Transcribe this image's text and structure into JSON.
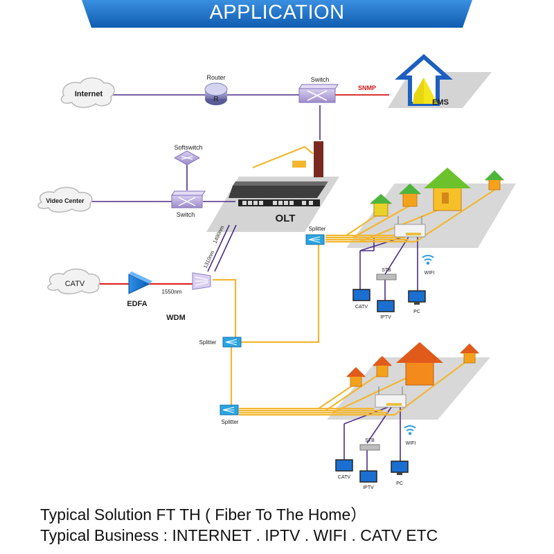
{
  "header": {
    "title": "APPLICATION"
  },
  "nodes": {
    "internet": "Internet",
    "router": "Router",
    "router_mark": "R",
    "switch_top": "Switch",
    "snmp": "SNMP",
    "ems": "EMS",
    "softswitch": "Softswitch",
    "video_center": "Video Center",
    "switch_mid": "Switch",
    "olt": "OLT",
    "wave_1490": "1490nm",
    "wave_1310": "1310nm",
    "catv_source": "CATV",
    "edfa": "EDFA",
    "wave_1550": "1550nm",
    "wdm": "WDM",
    "splitter_a": "Splitter",
    "splitter_b": "Splitter",
    "splitter_c": "Splitter"
  },
  "home_1": {
    "stb": "STB",
    "wifi": "WIFI",
    "catv": "CATV",
    "iptv": "IPTV",
    "pc": "PC"
  },
  "home_2": {
    "stb": "STB",
    "wifi": "WIFI",
    "catv": "CATV",
    "iptv": "IPTV",
    "pc": "PC"
  },
  "footer": {
    "line1": "Typical Solution FT TH ( Fiber To The Home）",
    "line2": "Typical Business : INTERNET . IPTV . WIFI . CATV ETC"
  },
  "colors": {
    "banner": "#1570c9",
    "fiber": "#f2b630",
    "ethernet": "#4b2a86",
    "rf": "#e01818",
    "ems_arrow": "#1d5fbf",
    "ems_box": "#f4e61a",
    "house_orange": "#f48a1c",
    "house_green": "#79c12c",
    "house_yellow": "#f5d22a",
    "splitter": "#2aa4e0",
    "platform": "#d4d4d4"
  }
}
